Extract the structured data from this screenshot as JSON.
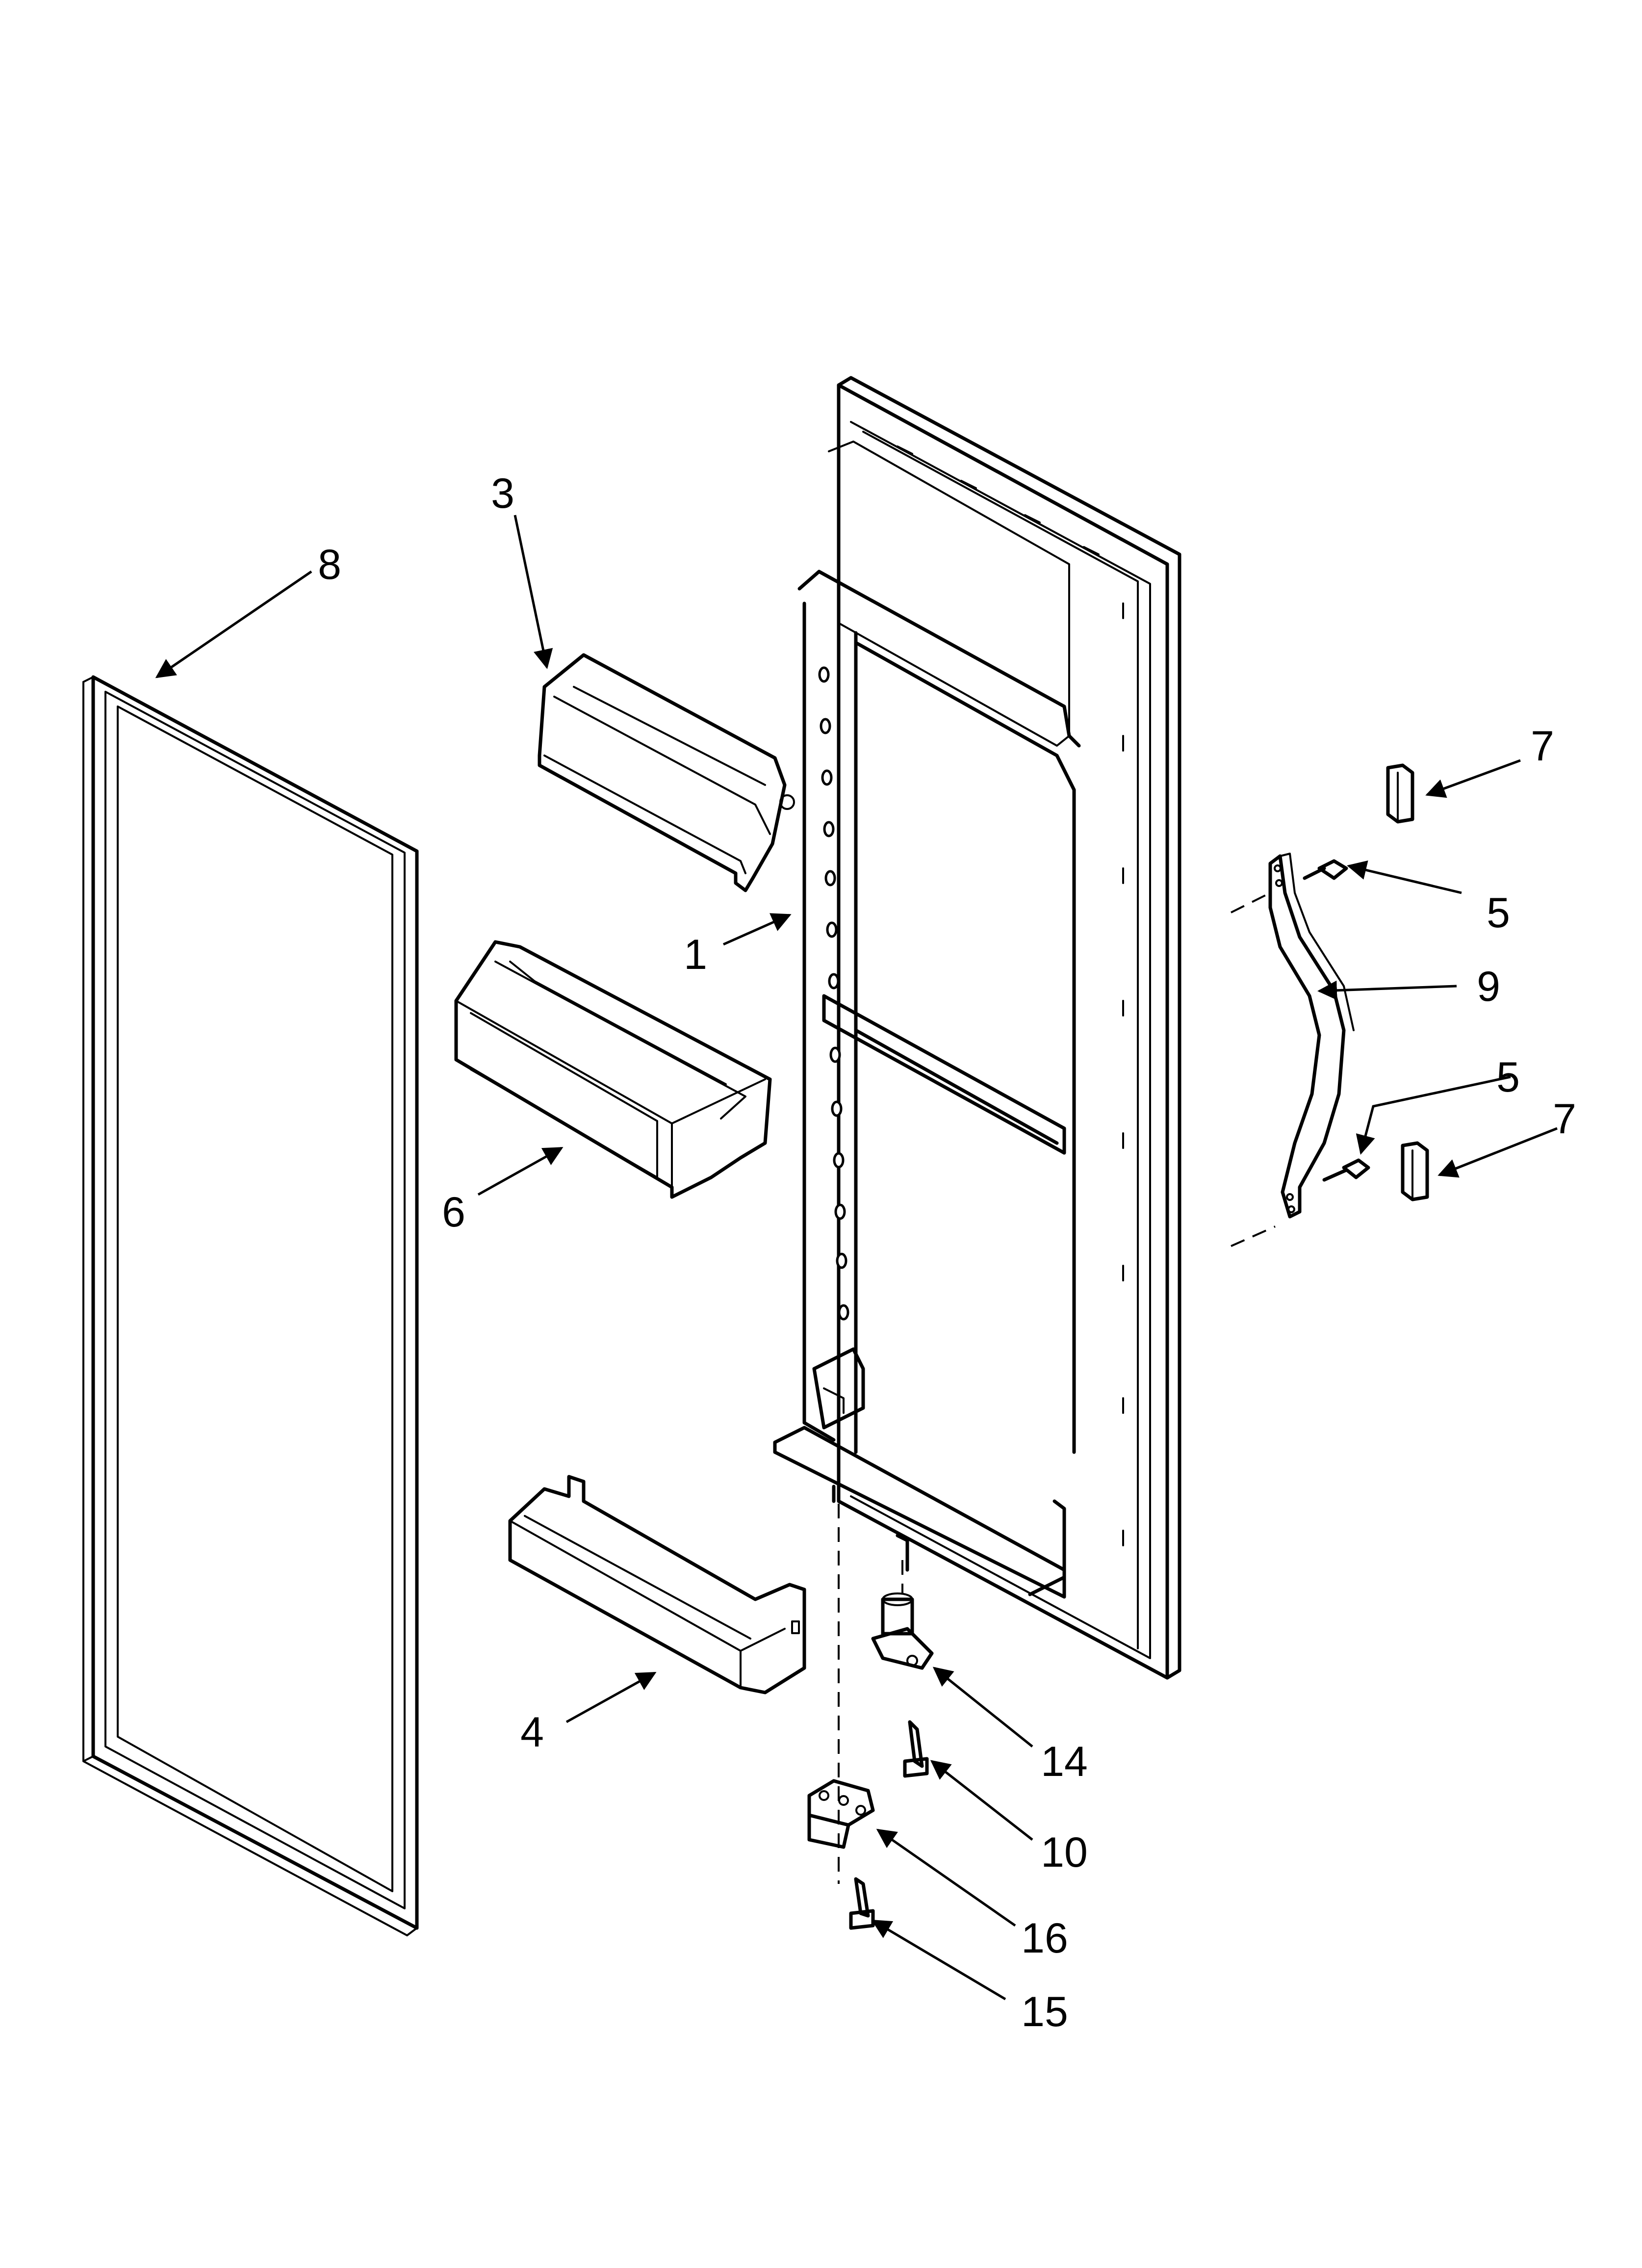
{
  "diagram": {
    "callouts": [
      {
        "id": "door",
        "label": "1"
      },
      {
        "id": "dairy-door",
        "label": "3"
      },
      {
        "id": "bin-bottom",
        "label": "4"
      },
      {
        "id": "screw-handle-top",
        "label": "5"
      },
      {
        "id": "screw-handle-bottom",
        "label": "5"
      },
      {
        "id": "bin-middle",
        "label": "6"
      },
      {
        "id": "cover-top",
        "label": "7"
      },
      {
        "id": "cover-bottom",
        "label": "7"
      },
      {
        "id": "gasket",
        "label": "8"
      },
      {
        "id": "handle",
        "label": "9"
      },
      {
        "id": "screw-hinge",
        "label": "10"
      },
      {
        "id": "hinge-pin",
        "label": "14"
      },
      {
        "id": "screw-bottom",
        "label": "15"
      },
      {
        "id": "hinge-bracket",
        "label": "16"
      }
    ]
  }
}
